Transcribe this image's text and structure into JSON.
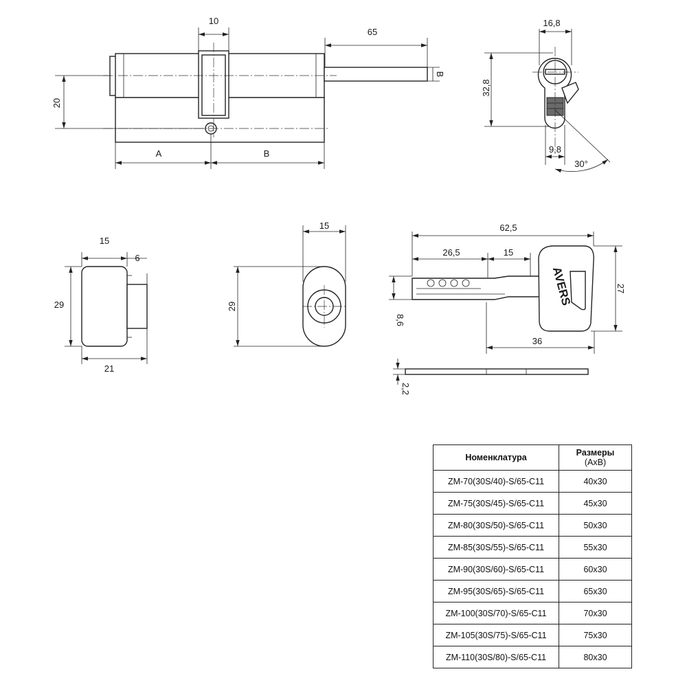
{
  "drawing": {
    "cylinder_front": {
      "dims": {
        "pin_gap": "10",
        "cam_length": "65",
        "cam_height": "B",
        "height": "20",
        "side_a": "A",
        "side_b": "B"
      }
    },
    "cylinder_side": {
      "dims": {
        "width": "16,8",
        "height": "32,8",
        "bottom_width": "9,8",
        "angle": "30°"
      }
    },
    "knob_side": {
      "dims": {
        "width": "15",
        "shaft": "6",
        "height": "29",
        "total": "21"
      }
    },
    "knob_front": {
      "dims": {
        "width": "15",
        "height": "29"
      }
    },
    "key": {
      "brand": "AVERS",
      "dims": {
        "total": "62,5",
        "blade": "26,5",
        "mid": "15",
        "head_height": "27",
        "blade_height": "8,6",
        "head_length": "36",
        "thickness": "2,2"
      }
    }
  },
  "table": {
    "headers": {
      "name": "Номенклатура",
      "size_title": "Размеры",
      "size_sub": "(AxB)"
    },
    "rows": [
      {
        "name": "ZM-70(30S/40)-S/65-C11",
        "size": "40x30"
      },
      {
        "name": "ZM-75(30S/45)-S/65-C11",
        "size": "45x30"
      },
      {
        "name": "ZM-80(30S/50)-S/65-C11",
        "size": "50x30"
      },
      {
        "name": "ZM-85(30S/55)-S/65-C11",
        "size": "55x30"
      },
      {
        "name": "ZM-90(30S/60)-S/65-C11",
        "size": "60x30"
      },
      {
        "name": "ZM-95(30S/65)-S/65-C11",
        "size": "65x30"
      },
      {
        "name": "ZM-100(30S/70)-S/65-C11",
        "size": "70x30"
      },
      {
        "name": "ZM-105(30S/75)-S/65-C11",
        "size": "75x30"
      },
      {
        "name": "ZM-110(30S/80)-S/65-C11",
        "size": "80x30"
      }
    ]
  }
}
